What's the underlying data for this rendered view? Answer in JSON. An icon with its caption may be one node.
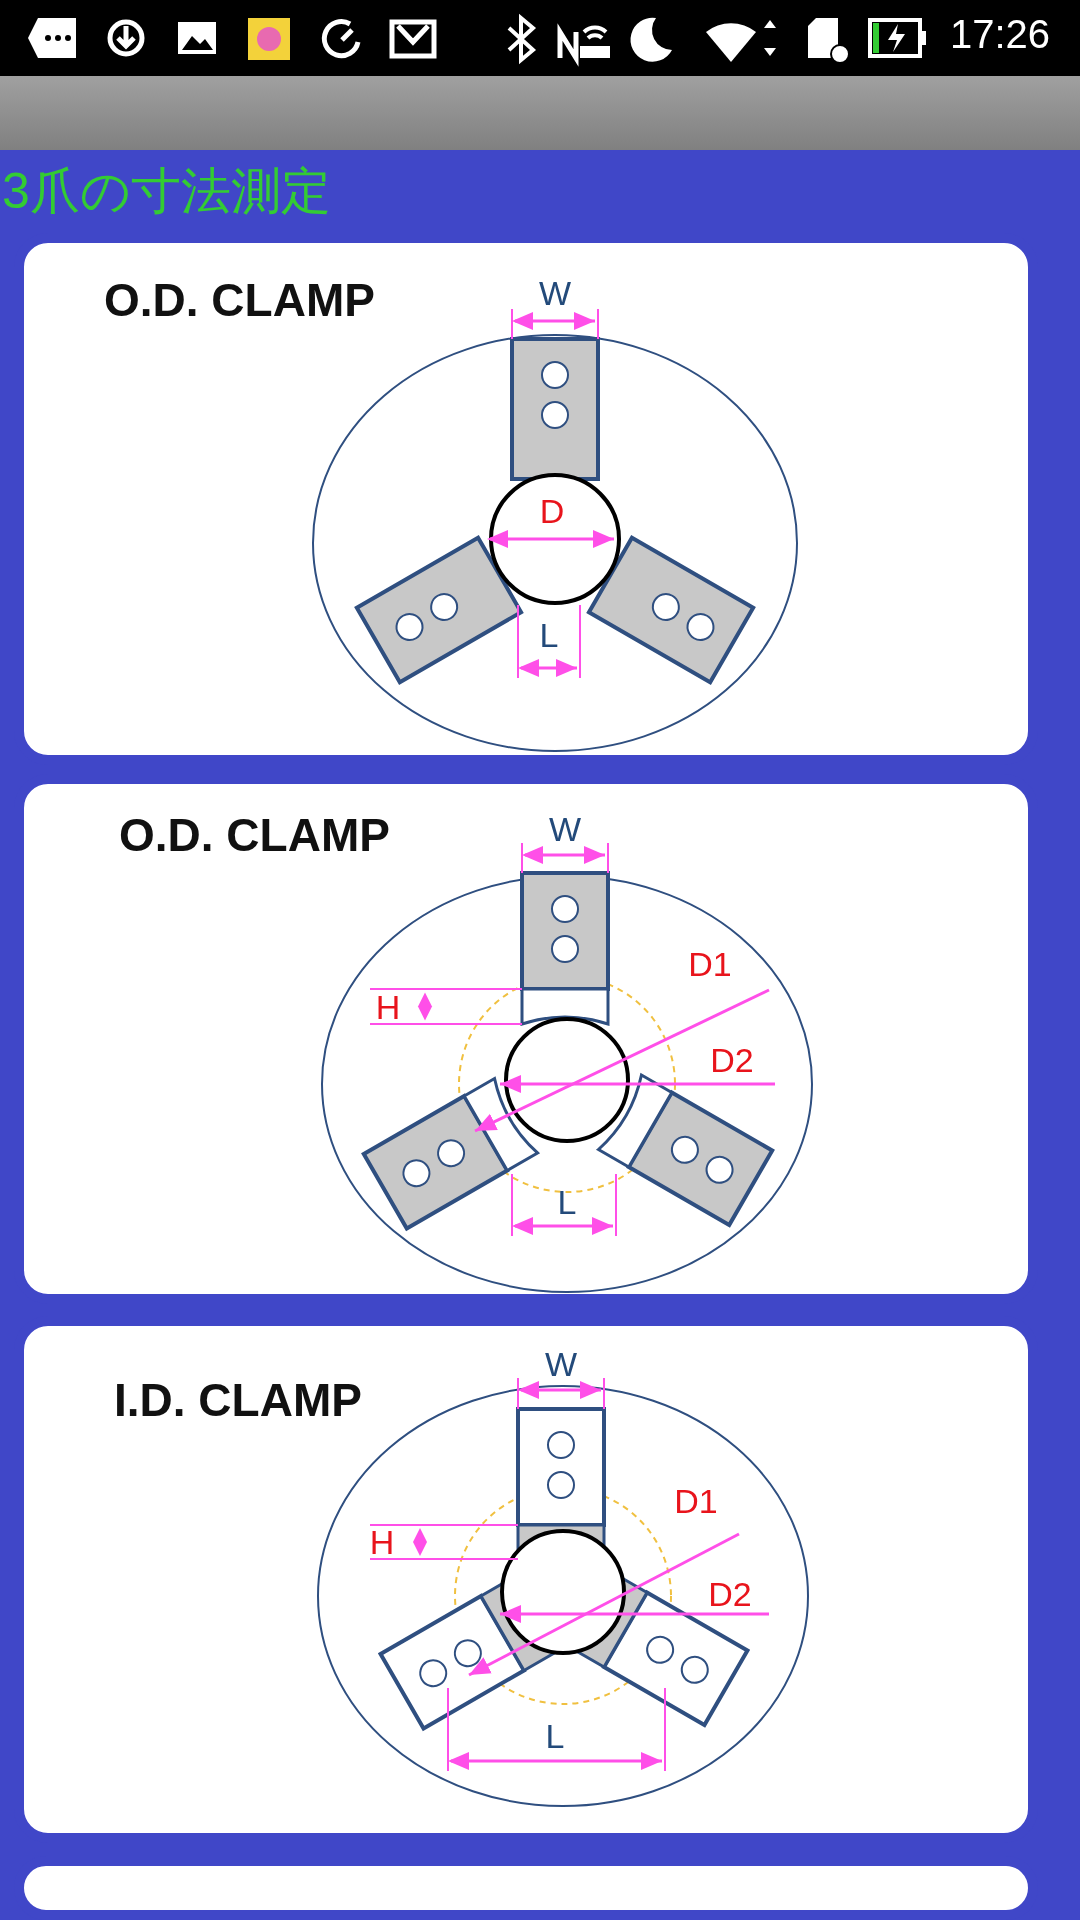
{
  "diagram": {
    "title": "3爪の寸法測定",
    "nodes": [
      {
        "text": [],
        "shape": "bar"
      },
      {
        "text": [
          "O.D. CLAMP",
          "W",
          "D",
          "L"
        ]
      },
      {
        "text": [
          "O.D. CLAMP",
          "W",
          "H",
          "D1",
          "D2",
          "L"
        ]
      },
      {
        "text": [
          "I.D. CLAMP",
          "W",
          "H",
          "D1",
          "D2",
          "L"
        ]
      },
      {
        "text": [],
        "shape": "box"
      }
    ],
    "labels": [
      "17:26"
    ]
  }
}
